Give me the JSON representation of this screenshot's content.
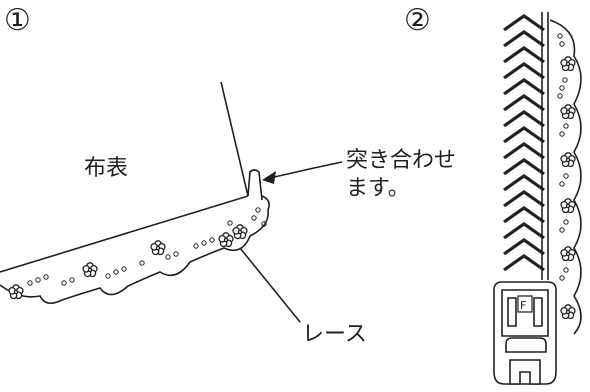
{
  "steps": [
    "①",
    "②"
  ],
  "labels": {
    "fabric": "布表",
    "callout_line1": "突き合わせ",
    "callout_line2": "ます。",
    "lace": "レース",
    "foot_letter": "F"
  },
  "colors": {
    "ink": "#231f20",
    "background": "#ffffff"
  }
}
